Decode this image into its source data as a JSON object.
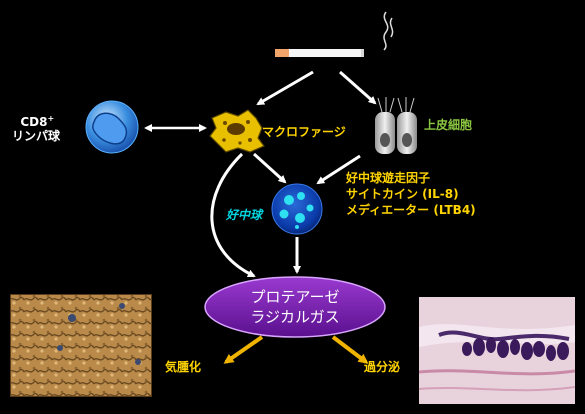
{
  "labels": {
    "cd8_main": "CD8",
    "cd8_sup": "+",
    "cd8_sub": "リンパ球",
    "macrophage": "マクロファージ",
    "epithelial": "上皮細胞",
    "chemo_line1": "好中球遊走因子",
    "chemo_line2": "サイトカイン (IL-8)",
    "chemo_line3": "メディエーター (LTB4)",
    "neutrophil": "好中球",
    "protease_line1": "プロテアーゼ",
    "protease_line2": "ラジカルガス",
    "emphysema": "気腫化",
    "hypersecretion": "過分泌"
  },
  "colors": {
    "background": "#000000",
    "arrow": "#ffffff",
    "outcome_arrow": "#f0b400",
    "label_yellow": "#ffd400",
    "label_green": "#8ac640",
    "label_cyan": "#00d5e0",
    "protease_fill": "#7a1fb3"
  },
  "icons": [
    "cigarette-icon",
    "smoke-icon",
    "lymphocyte-icon",
    "macrophage-icon",
    "epithelial-cells-icon",
    "neutrophil-icon"
  ]
}
